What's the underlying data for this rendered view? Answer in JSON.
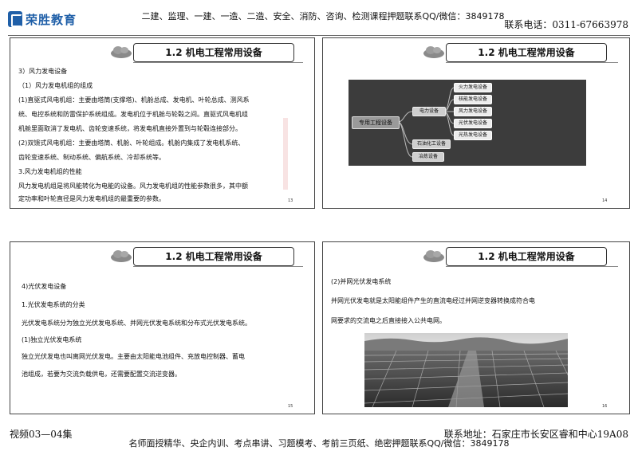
{
  "header": {
    "brand": "荣胜教育",
    "center": "二建、监理、一建、一造、二造、安全、消防、咨询、检测课程押题联系QQ/微信：3849178",
    "phone": "联系电话：0311-67663978"
  },
  "footer": {
    "left": "视频03—04集",
    "right": "联系地址：石家庄市长安区睿和中心19A08",
    "center": "名师面授精华、央企内训、考点串讲、习题模考、考前三页纸、绝密押题联系QQ/微信：3849178"
  },
  "slides": [
    {
      "title": "1.2 机电工程常用设备",
      "page": "13",
      "lines": [
        "3）风力发电设备",
        "（1）风力发电机组的组成",
        "(1)直驱式风电机组：主要由塔筒(支撑塔)、机舱总成、发电机、叶轮总成、测风系",
        "统、电控系统和防雷保护系统组成。发电机位于机舱与轮毂之间。直驱式风电机组",
        "机舱里面取消了发电机、齿轮变速系统，将发电机直接外置到与轮毂连接部分。",
        "(2)双馈式风电机组：主要由塔筒、机舱、叶轮组成。机舱内集成了发电机系统、",
        "齿轮变速系统、制动系统、偏航系统、冷却系统等。",
        "3.风力发电机组的性能",
        "风力发电机组是将风能转化为电能的设备。风力发电机组的性能参数很多，其中额",
        "定功率和叶轮直径是风力发电机组的最重要的参数。"
      ]
    },
    {
      "title": "1.2 机电工程常用设备",
      "page": "14",
      "mindmap": {
        "root": "专用工程设备",
        "branches": [
          "电力设备",
          "石油化工设备",
          "冶炼设备"
        ],
        "leaves": [
          "火力发电设备",
          "核能发电设备",
          "风力发电设备",
          "光伏发电设备",
          "光热发电设备"
        ]
      }
    },
    {
      "title": "1.2 机电工程常用设备",
      "page": "15",
      "lines": [
        "4)光伏发电设备",
        "1.光伏发电系统的分类",
        "光伏发电系统分为独立光伏发电系统、并网光伏发电系统和分布式光伏发电系统。",
        "(1)独立光伏发电系统",
        "独立光伏发电也叫离网光伏发电。主要由太阳能电池组件、充放电控制器、蓄电",
        "池组成，若要为交流负载供电，还需要配置交流逆变器。"
      ]
    },
    {
      "title": "1.2 机电工程常用设备",
      "page": "16",
      "lines": [
        "(2)并网光伏发电系统",
        "并网光伏发电就是太阳能组件产生的直流电经过并网逆变器转换成符合电",
        "网要求的交流电之后直接接入公共电网。"
      ]
    }
  ],
  "colors": {
    "brand": "#1f5fa8",
    "mindmap_bg": "#3c3c3c",
    "watermark": "#e9a3a3"
  }
}
